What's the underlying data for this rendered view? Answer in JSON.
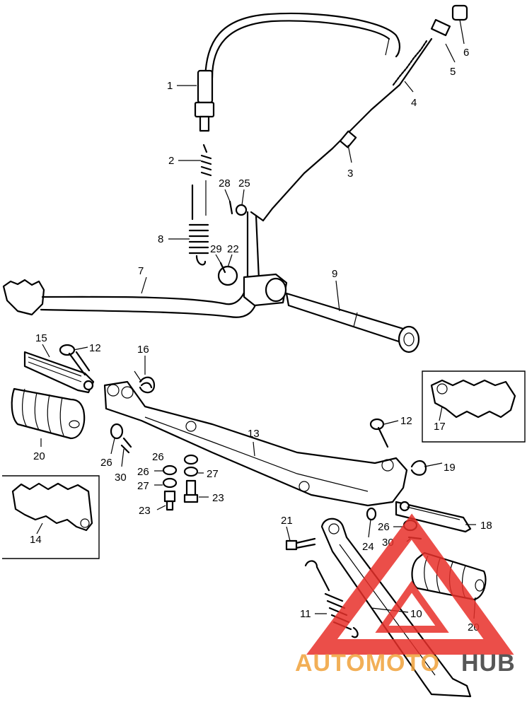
{
  "callouts": [
    {
      "id": "1",
      "label": "1"
    },
    {
      "id": "2",
      "label": "2"
    },
    {
      "id": "3",
      "label": "3"
    },
    {
      "id": "4",
      "label": "4"
    },
    {
      "id": "5",
      "label": "5"
    },
    {
      "id": "6",
      "label": "6"
    },
    {
      "id": "7",
      "label": "7"
    },
    {
      "id": "8",
      "label": "8"
    },
    {
      "id": "9",
      "label": "9"
    },
    {
      "id": "10",
      "label": "10"
    },
    {
      "id": "11",
      "label": "11"
    },
    {
      "id": "12a",
      "label": "12"
    },
    {
      "id": "12b",
      "label": "12"
    },
    {
      "id": "13",
      "label": "13"
    },
    {
      "id": "14",
      "label": "14"
    },
    {
      "id": "15",
      "label": "15"
    },
    {
      "id": "16",
      "label": "16"
    },
    {
      "id": "17",
      "label": "17"
    },
    {
      "id": "18",
      "label": "18"
    },
    {
      "id": "19",
      "label": "19"
    },
    {
      "id": "20a",
      "label": "20"
    },
    {
      "id": "20b",
      "label": "20"
    },
    {
      "id": "21",
      "label": "21"
    },
    {
      "id": "22",
      "label": "22"
    },
    {
      "id": "23a",
      "label": "23"
    },
    {
      "id": "23b",
      "label": "23"
    },
    {
      "id": "24",
      "label": "24"
    },
    {
      "id": "25",
      "label": "25"
    },
    {
      "id": "26a",
      "label": "26"
    },
    {
      "id": "26b",
      "label": "26"
    },
    {
      "id": "26c",
      "label": "26"
    },
    {
      "id": "26d",
      "label": "26"
    },
    {
      "id": "27a",
      "label": "27"
    },
    {
      "id": "27b",
      "label": "27"
    },
    {
      "id": "28",
      "label": "28"
    },
    {
      "id": "29",
      "label": "29"
    },
    {
      "id": "30a",
      "label": "30"
    },
    {
      "id": "30b",
      "label": "30"
    }
  ],
  "watermark": {
    "part1": "AUTOMOTO",
    "part2": "HUB",
    "color_primary": "#e8302a",
    "color_secondary": "#f0a23a",
    "color_tertiary": "#3a3a3a"
  }
}
